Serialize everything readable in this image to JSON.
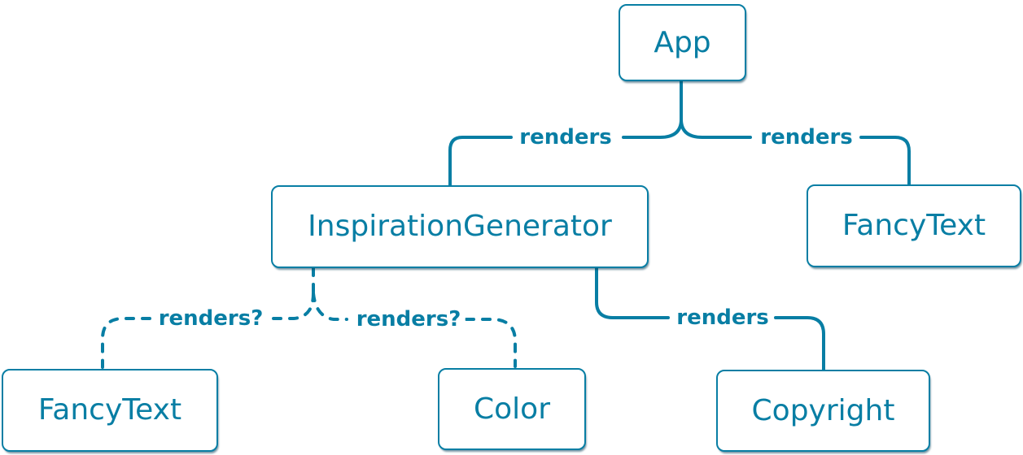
{
  "colors": {
    "accent": "#087ea4",
    "node_background": "#ffffff"
  },
  "nodes": [
    {
      "id": "app",
      "label": "App"
    },
    {
      "id": "inspiration-generator",
      "label": "InspirationGenerator"
    },
    {
      "id": "fancy-text-top",
      "label": "FancyText"
    },
    {
      "id": "fancy-text-bottom",
      "label": "FancyText"
    },
    {
      "id": "color",
      "label": "Color"
    },
    {
      "id": "copyright",
      "label": "Copyright"
    }
  ],
  "edges": [
    {
      "from": "App",
      "to": "InspirationGenerator",
      "label": "renders",
      "style": "solid"
    },
    {
      "from": "App",
      "to": "FancyText",
      "label": "renders",
      "style": "solid"
    },
    {
      "from": "InspirationGenerator",
      "to": "FancyText",
      "label": "renders?",
      "style": "dashed"
    },
    {
      "from": "InspirationGenerator",
      "to": "Color",
      "label": "renders?",
      "style": "dashed"
    },
    {
      "from": "InspirationGenerator",
      "to": "Copyright",
      "label": "renders",
      "style": "solid"
    }
  ]
}
